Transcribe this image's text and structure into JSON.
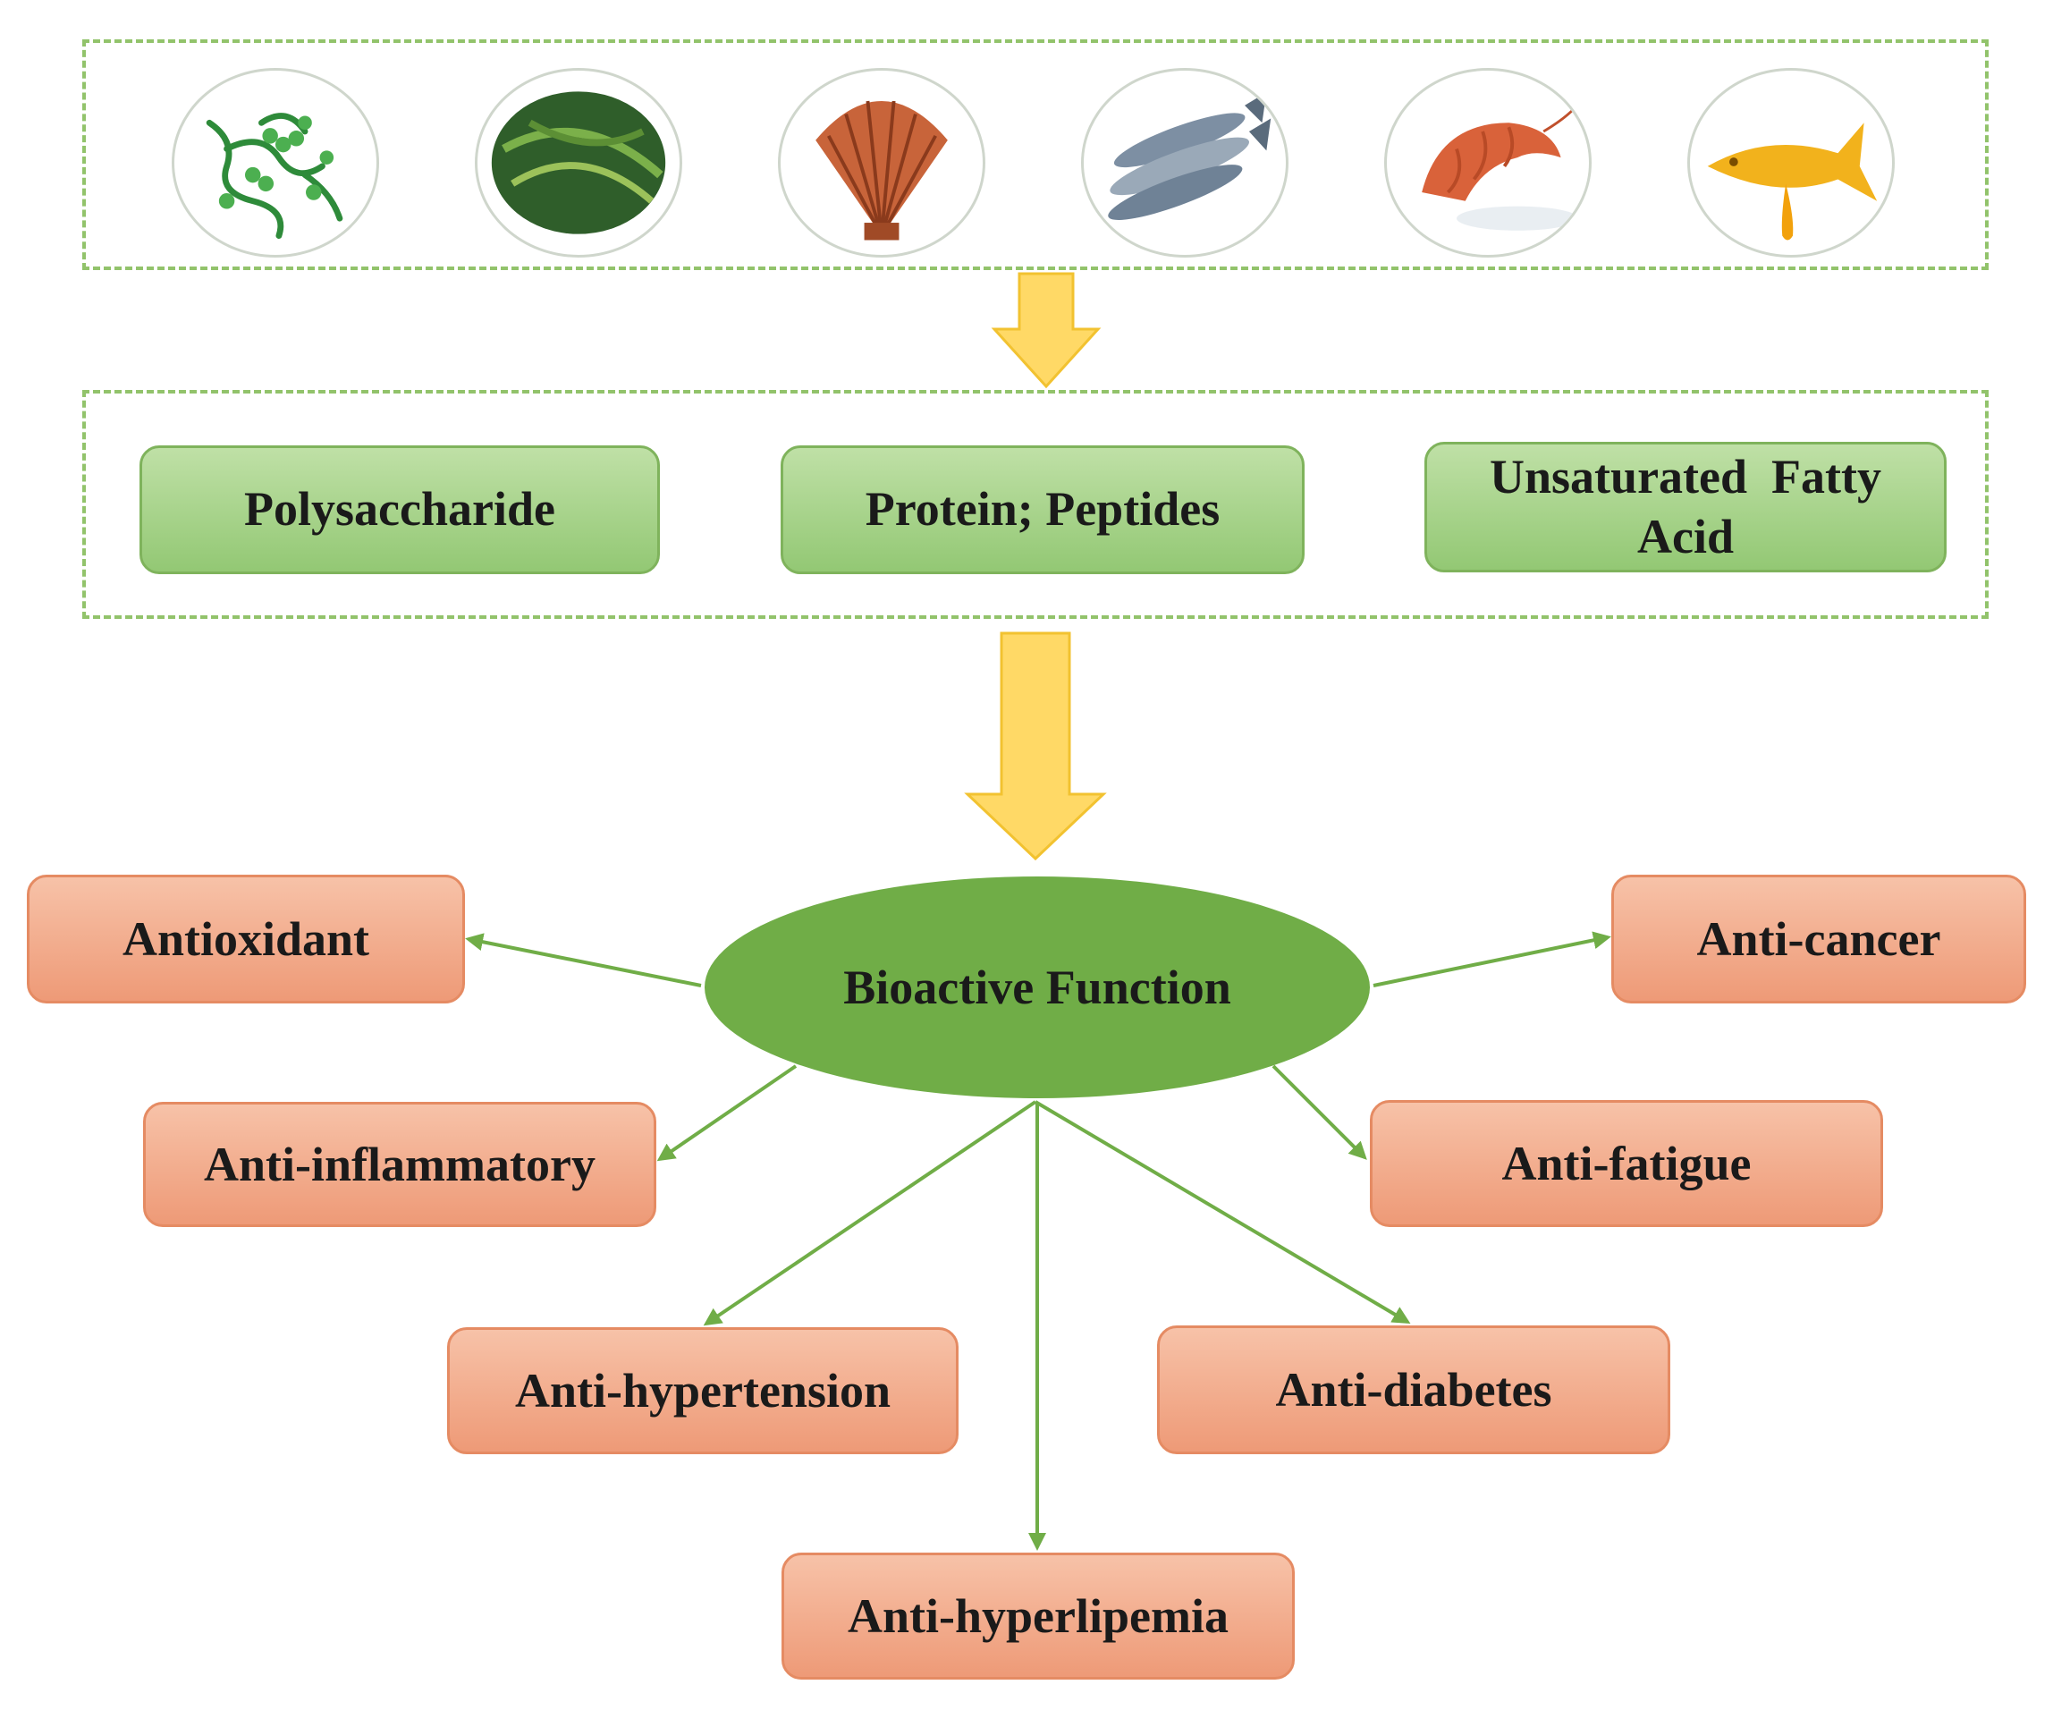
{
  "sources": [
    {
      "icon": "seaweed-strand-icon"
    },
    {
      "icon": "kelp-leaf-icon"
    },
    {
      "icon": "scallop-shell-icon"
    },
    {
      "icon": "sardine-fish-icon"
    },
    {
      "icon": "shrimp-icon"
    },
    {
      "icon": "fish-oil-drop-icon"
    }
  ],
  "components": [
    {
      "label": "Polysaccharide"
    },
    {
      "label": "Protein; Peptides"
    },
    {
      "label": "Unsaturated  Fatty Acid"
    }
  ],
  "center": {
    "label": "Bioactive Function"
  },
  "functions": [
    {
      "label": "Antioxidant"
    },
    {
      "label": "Anti-cancer"
    },
    {
      "label": "Anti-inflammatory"
    },
    {
      "label": "Anti-fatigue"
    },
    {
      "label": "Anti-hypertension"
    },
    {
      "label": "Anti-diabetes"
    },
    {
      "label": "Anti-hyperlipemia"
    }
  ],
  "colors": {
    "dashed_border": "#92c36b",
    "component_fill": "#a9d18e",
    "function_fill": "#f4b183",
    "center_fill": "#70ad47",
    "arrow_fill": "#ffd966",
    "connector": "#70ad47"
  }
}
